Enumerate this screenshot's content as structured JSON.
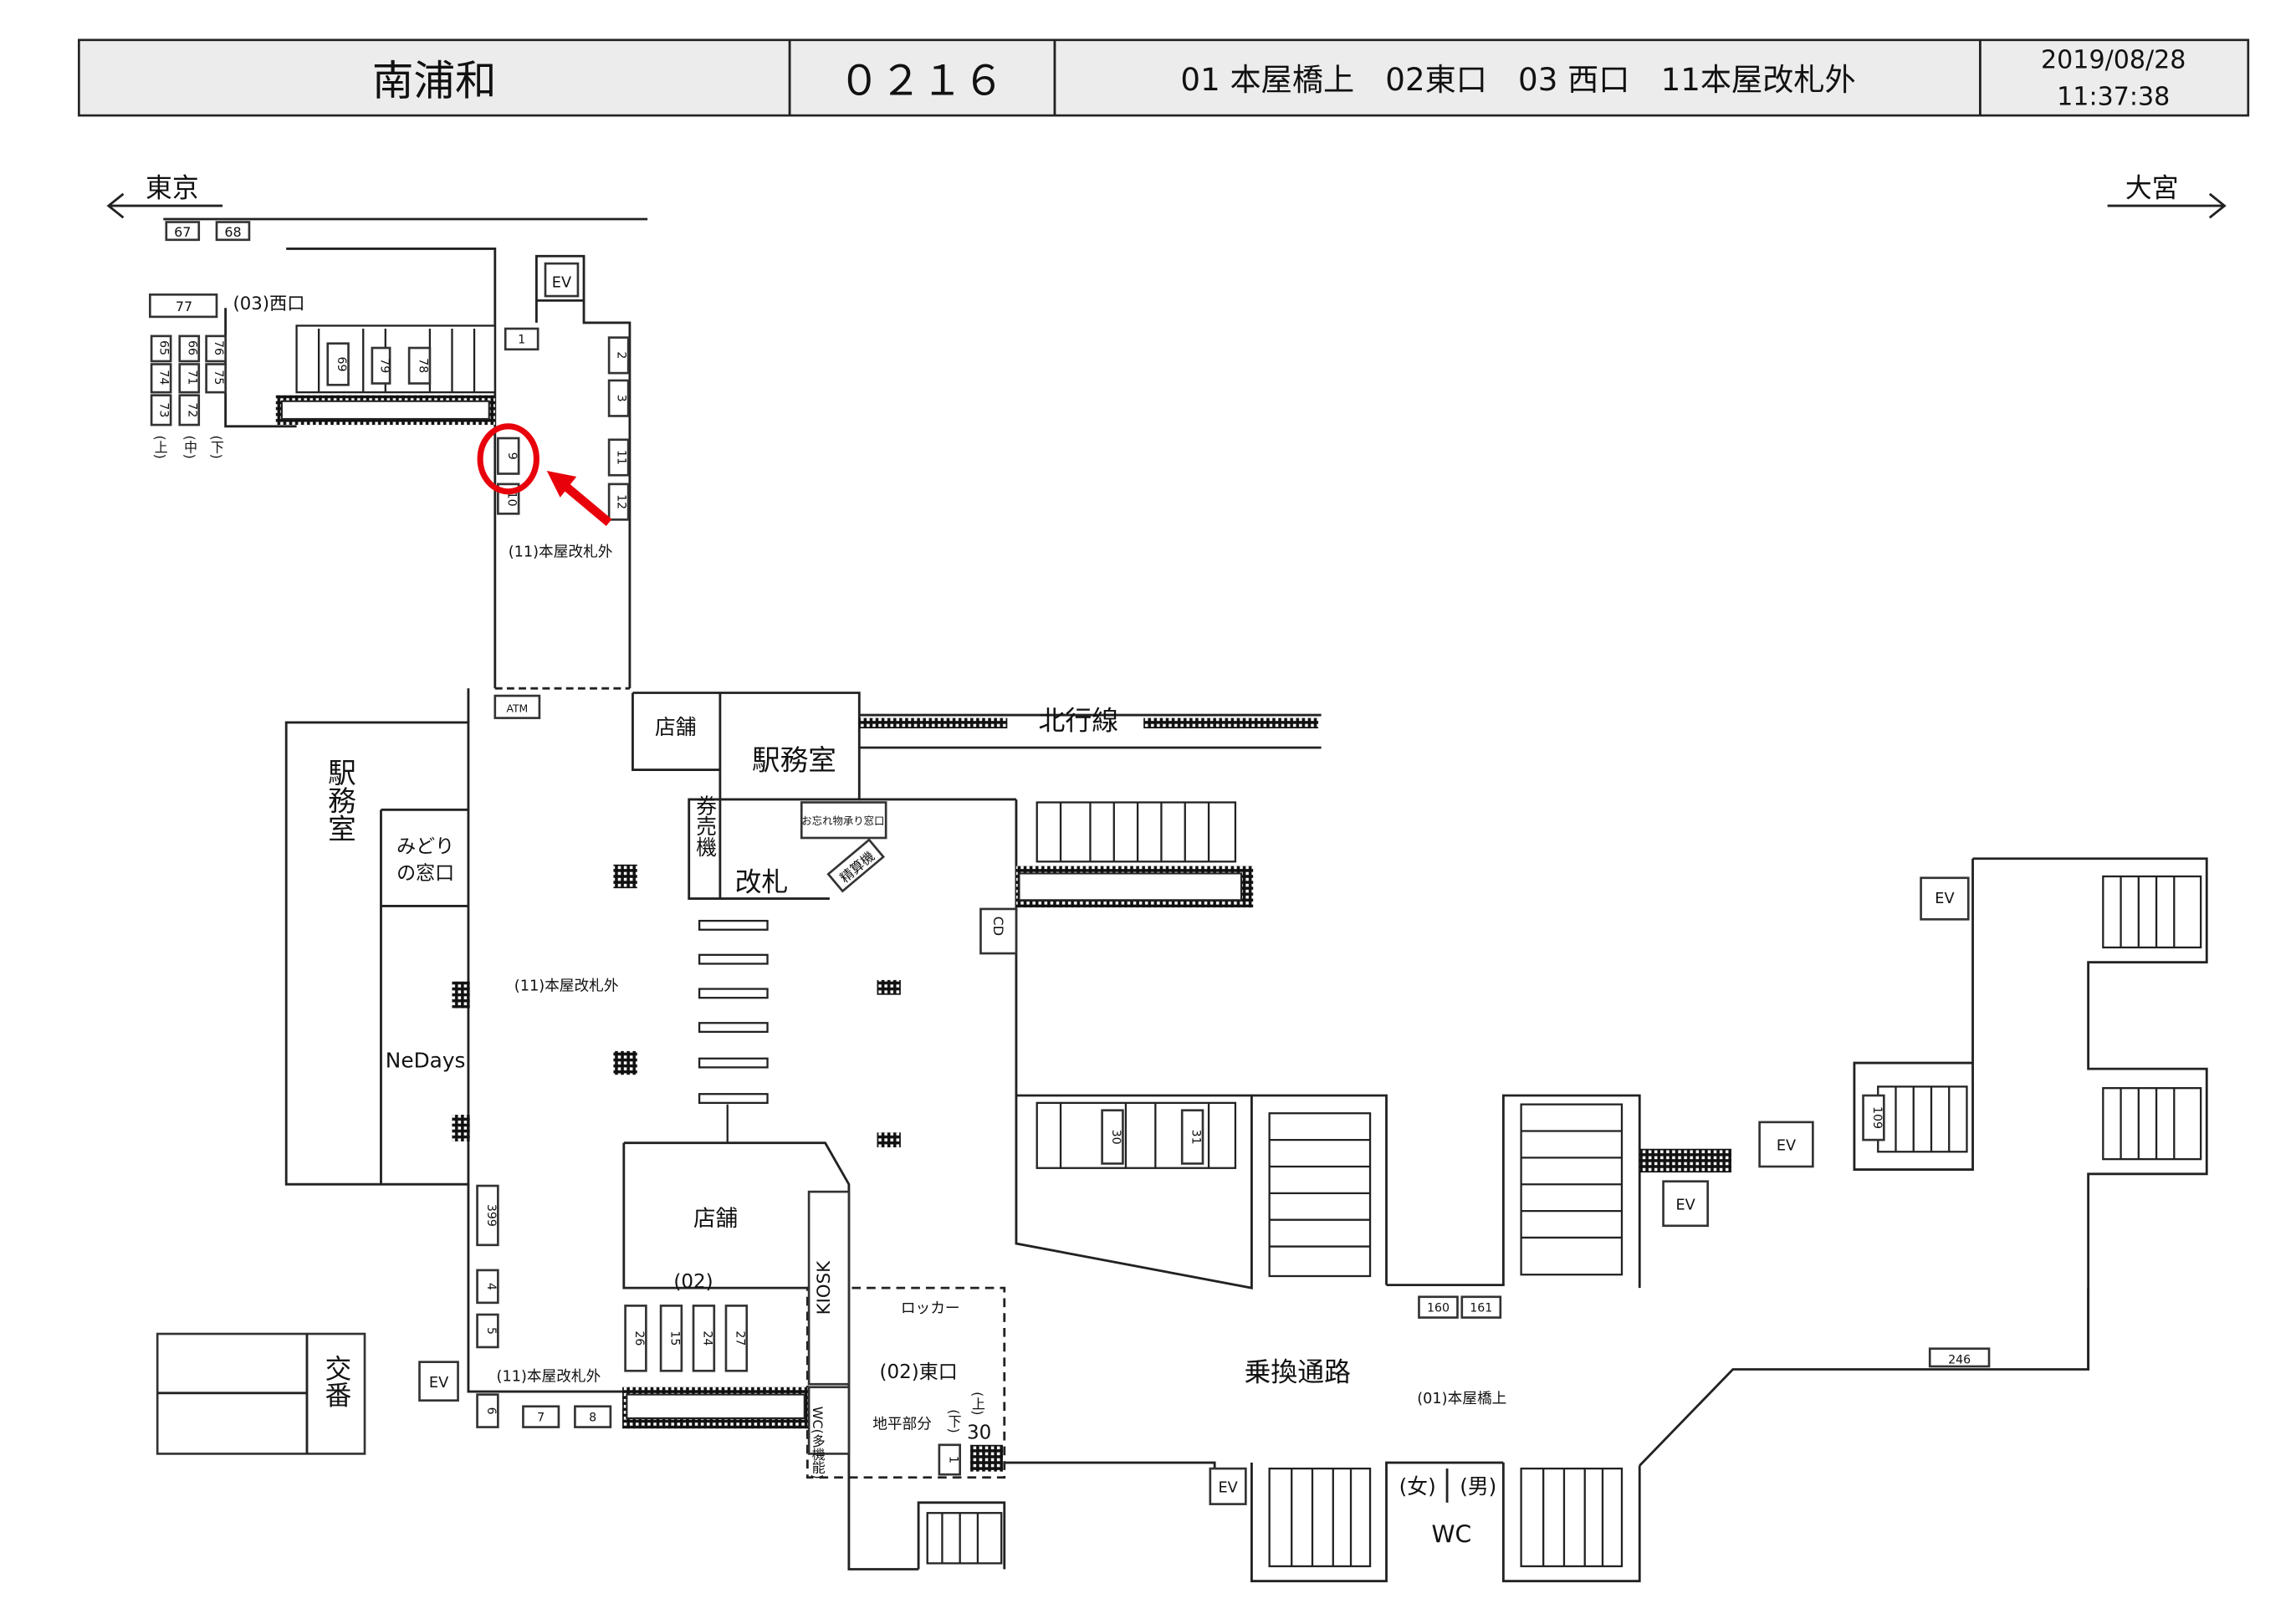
{
  "header": {
    "station": "南浦和",
    "code": "０２１６",
    "exits": "01 本屋橋上　02東口　03 西口　11本屋改札外",
    "date": "2019/08/28",
    "time": "11:37:38"
  },
  "directions": {
    "left": "東京",
    "right": "大宮"
  },
  "labels": {
    "west_exit": "(03)西口",
    "outside_gate_1": "(11)本屋改札外",
    "outside_gate_2": "(11)本屋改札外",
    "outside_gate_3": "(11)本屋改札外",
    "shop_1": "店舗",
    "shop_2": "店舗",
    "station_office_1": "駅務室",
    "station_office_2": "駅務室",
    "north_line": "北行線",
    "lost_found": "お忘れ物承り窓口",
    "ticket_machine": "券売機",
    "fare_adjust": "精算機",
    "gate": "改札",
    "midori_1": "みどり",
    "midori_2": "の窓口",
    "newdays": "NeDays",
    "cd": "CD",
    "kiosk": "KIOSK",
    "exit_02": "(02)",
    "east_exit": "(02)東口",
    "locker": "ロッカー",
    "ground_level": "地平部分",
    "down": "(下)",
    "up": "(上)",
    "wc_multi": "WC(多機能)",
    "transfer": "乗換通路",
    "bridge": "(01)本屋橋上",
    "women": "(女)",
    "men": "(男)",
    "wc": "WC",
    "koban": "交番",
    "atm": "ATM",
    "level_up": "(上)",
    "level_mid": "(中)",
    "level_down": "(下)",
    "ev": "EV"
  },
  "lockers": [
    "67",
    "68",
    "77",
    "65",
    "66",
    "76",
    "74",
    "71",
    "75",
    "73",
    "72",
    "69",
    "79",
    "78",
    "1",
    "2",
    "3",
    "11",
    "12",
    "9",
    "10",
    "399",
    "4",
    "5",
    "6",
    "7",
    "8",
    "26",
    "15",
    "24",
    "27",
    "30",
    "31",
    "109",
    "160",
    "161",
    "246",
    "1",
    "30"
  ],
  "highlight": {
    "target_locker": "9",
    "color": "#e8000b"
  }
}
